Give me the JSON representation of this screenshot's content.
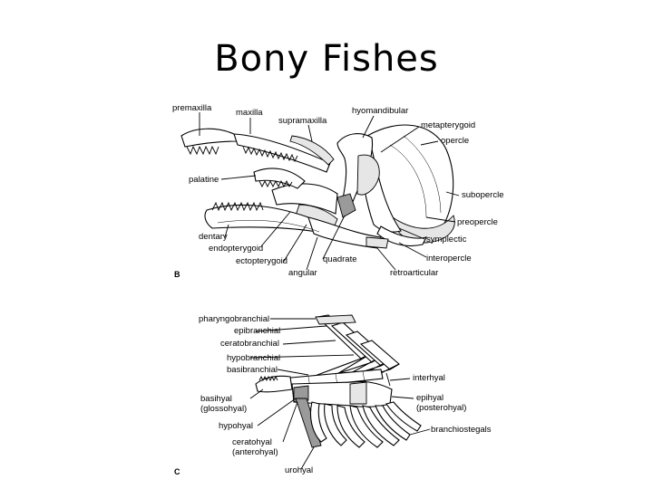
{
  "title": "Bony Fishes",
  "panel_b": {
    "letter": "B",
    "labels": {
      "premaxilla": "premaxilla",
      "maxilla": "maxilla",
      "supramaxilla": "supramaxilla",
      "hyomandibular": "hyomandibular",
      "metapterygoid": "metapterygoid",
      "opercle": "opercle",
      "palatine": "palatine",
      "subopercle": "subopercle",
      "preopercle": "preopercle",
      "dentary": "dentary",
      "symplectic": "symplectic",
      "endopterygoid": "endopterygoid",
      "interopercle": "interopercle",
      "ectopterygoid": "ectopterygoid",
      "quadrate": "quadrate",
      "angular": "angular",
      "retroarticular": "retroarticular"
    }
  },
  "panel_c": {
    "letter": "C",
    "labels": {
      "pharyngobranchial": "pharyngobranchial",
      "epibranchial": "epibranchial",
      "ceratobranchial": "ceratobranchial",
      "hypobranchial": "hypobranchial",
      "basibranchial": "basibranchial",
      "interhyal": "interhyal",
      "basihyal": "basihyal",
      "glossohyal": "(glossohyal)",
      "epihyal": "epihyal",
      "posterohyal": "(posterohyal)",
      "hypohyal": "hypohyal",
      "branchiostegals": "branchiostegals",
      "ceratohyal": "ceratohyal",
      "anterohyal": "(anterohyal)",
      "urohyal": "urohyal"
    }
  }
}
